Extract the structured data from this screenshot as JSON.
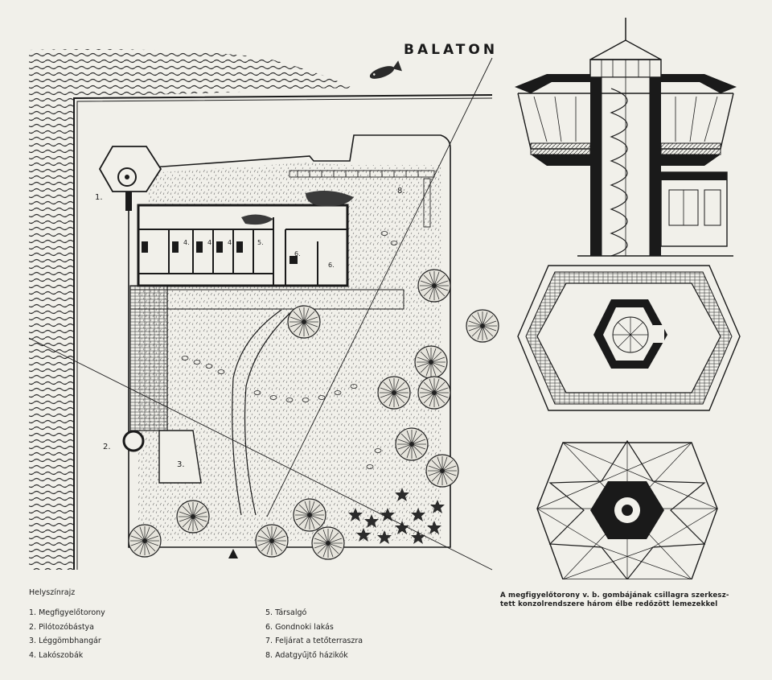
{
  "site_plan": {
    "lake_label": "BALATON",
    "plan_numbers": {
      "n1": "1.",
      "n2": "2.",
      "n3": "3.",
      "n8": "8."
    }
  },
  "legend": {
    "title": "Helyszínrajz",
    "items": [
      "1. Megfigyelőtorony",
      "2. Pilótozóbástya",
      "3. Léggömbhangár",
      "4. Lakószobák",
      "5. Társalgó",
      "6. Gondnoki lakás",
      "7. Feljárat a tetőterraszra",
      "8. Adatgyűjtő házikók"
    ]
  },
  "caption": {
    "line1": "A megfigyelőtorony v. b. gombájának csillagra szerkesz-",
    "line2": "tett konzolrendszere három élbe redőzött lemezekkel"
  }
}
